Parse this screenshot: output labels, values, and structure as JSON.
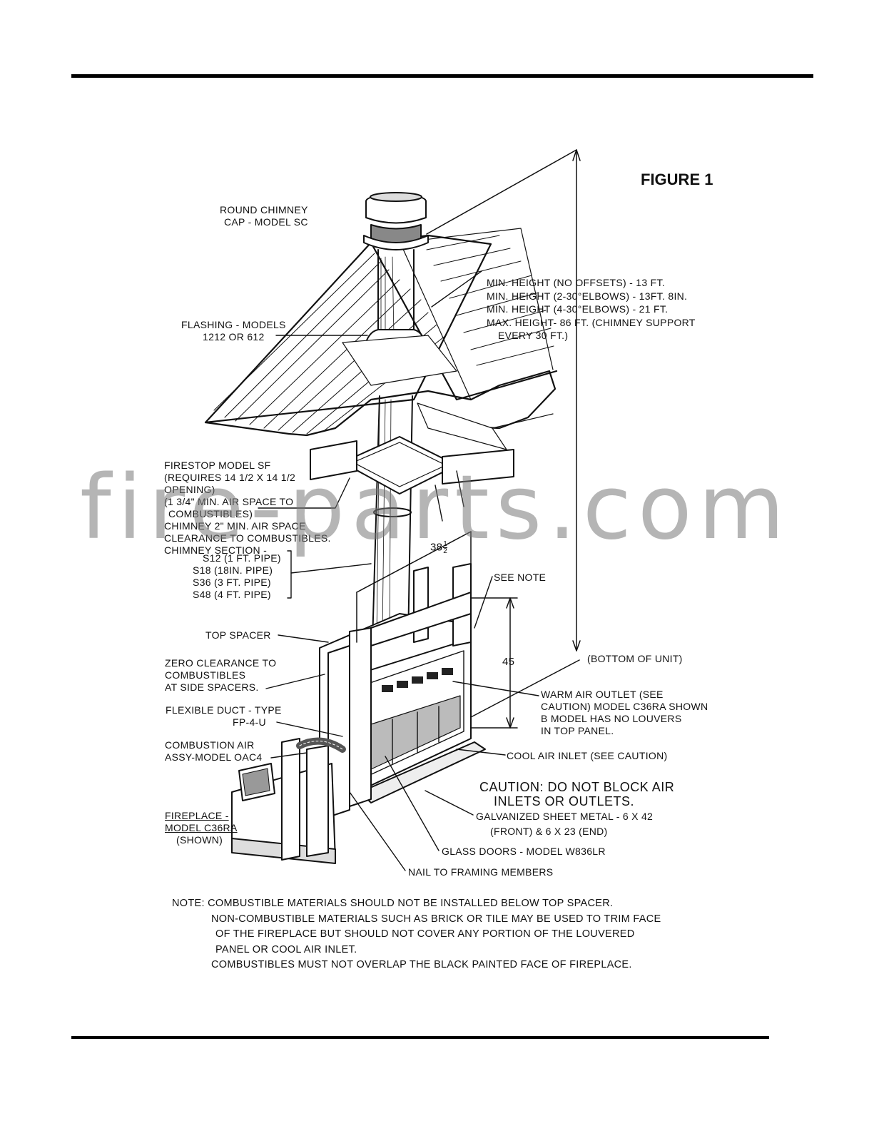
{
  "figure_title": "FIGURE 1",
  "watermark": "fire-parts.com",
  "labels": {
    "chimney_cap": [
      "ROUND CHIMNEY",
      "CAP  - MODEL SC"
    ],
    "heights": [
      "MIN. HEIGHT (NO OFFSETS) - 13 FT.",
      "MIN. HEIGHT (2-30°ELBOWS) - 13FT. 8IN.",
      "MIN. HEIGHT (4-30°ELBOWS) - 21 FT.",
      "MAX. HEIGHT- 86 FT. (CHIMNEY SUPPORT",
      "EVERY 30 FT.)"
    ],
    "flashing": [
      "FLASHING - MODELS",
      "1212 OR 612"
    ],
    "firestop": [
      "FIRESTOP  MODEL SF",
      "(REQUIRES 14 1/2 X 14 1/2",
      "OPENING)",
      "(1 3/4\" MIN. AIR SPACE TO",
      "COMBUSTIBLES)",
      "CHIMNEY 2\" MIN. AIR SPACE",
      "CLEARANCE  TO COMBUSTIBLES.",
      "CHIMNEY SECTION -"
    ],
    "chimney_sections": [
      "S12  (1 FT. PIPE)",
      "S18  (18IN. PIPE)",
      "S36  (3 FT. PIPE)",
      "S48 (4 FT. PIPE)"
    ],
    "dim_38": "38",
    "dim_38_frac_num": "1",
    "dim_38_frac_den": "2",
    "see_note": "SEE NOTE",
    "dim_45": "45",
    "bottom_of_unit": "(BOTTOM OF UNIT)",
    "top_spacer": "TOP SPACER",
    "zero_clearance": [
      "ZERO CLEARANCE TO",
      "COMBUSTIBLES",
      "AT SIDE SPACERS."
    ],
    "flexible_duct": [
      "FLEXIBLE DUCT - TYPE",
      "FP-4-U"
    ],
    "warm_air": [
      "WARM AIR OUTLET (SEE",
      "CAUTION) MODEL C36RA SHOWN",
      "B MODEL HAS NO LOUVERS",
      "IN TOP PANEL."
    ],
    "combustion_air": [
      "COMBUSTION AIR",
      "ASSY-MODEL OAC4"
    ],
    "cool_air": "COOL AIR INLET (SEE CAUTION)",
    "caution": [
      "CAUTION: DO NOT BLOCK AIR",
      "INLETS OR OUTLETS."
    ],
    "fireplace": [
      "FIREPLACE -",
      "MODEL C36RA",
      "(SHOWN)"
    ],
    "galvanized": [
      "GALVANIZED SHEET METAL - 6 X 42",
      "(FRONT) &  6 X 23 (END)"
    ],
    "glass_doors": "GLASS DOORS - MODEL W836LR",
    "nail": "NAIL TO FRAMING MEMBERS"
  },
  "note": [
    "NOTE:  COMBUSTIBLE MATERIALS SHOULD NOT BE INSTALLED BELOW TOP SPACER.",
    "NON-COMBUSTIBLE  MATERIALS SUCH AS BRICK OR TILE MAY BE USED TO TRIM FACE",
    "OF  THE FIREPLACE  BUT SHOULD NOT COVER ANY PORTION OF THE LOUVERED",
    "PANEL OR COOL AIR INLET.",
    "COMBUSTIBLES MUST NOT OVERLAP THE BLACK PAINTED FACE OF FIREPLACE."
  ]
}
